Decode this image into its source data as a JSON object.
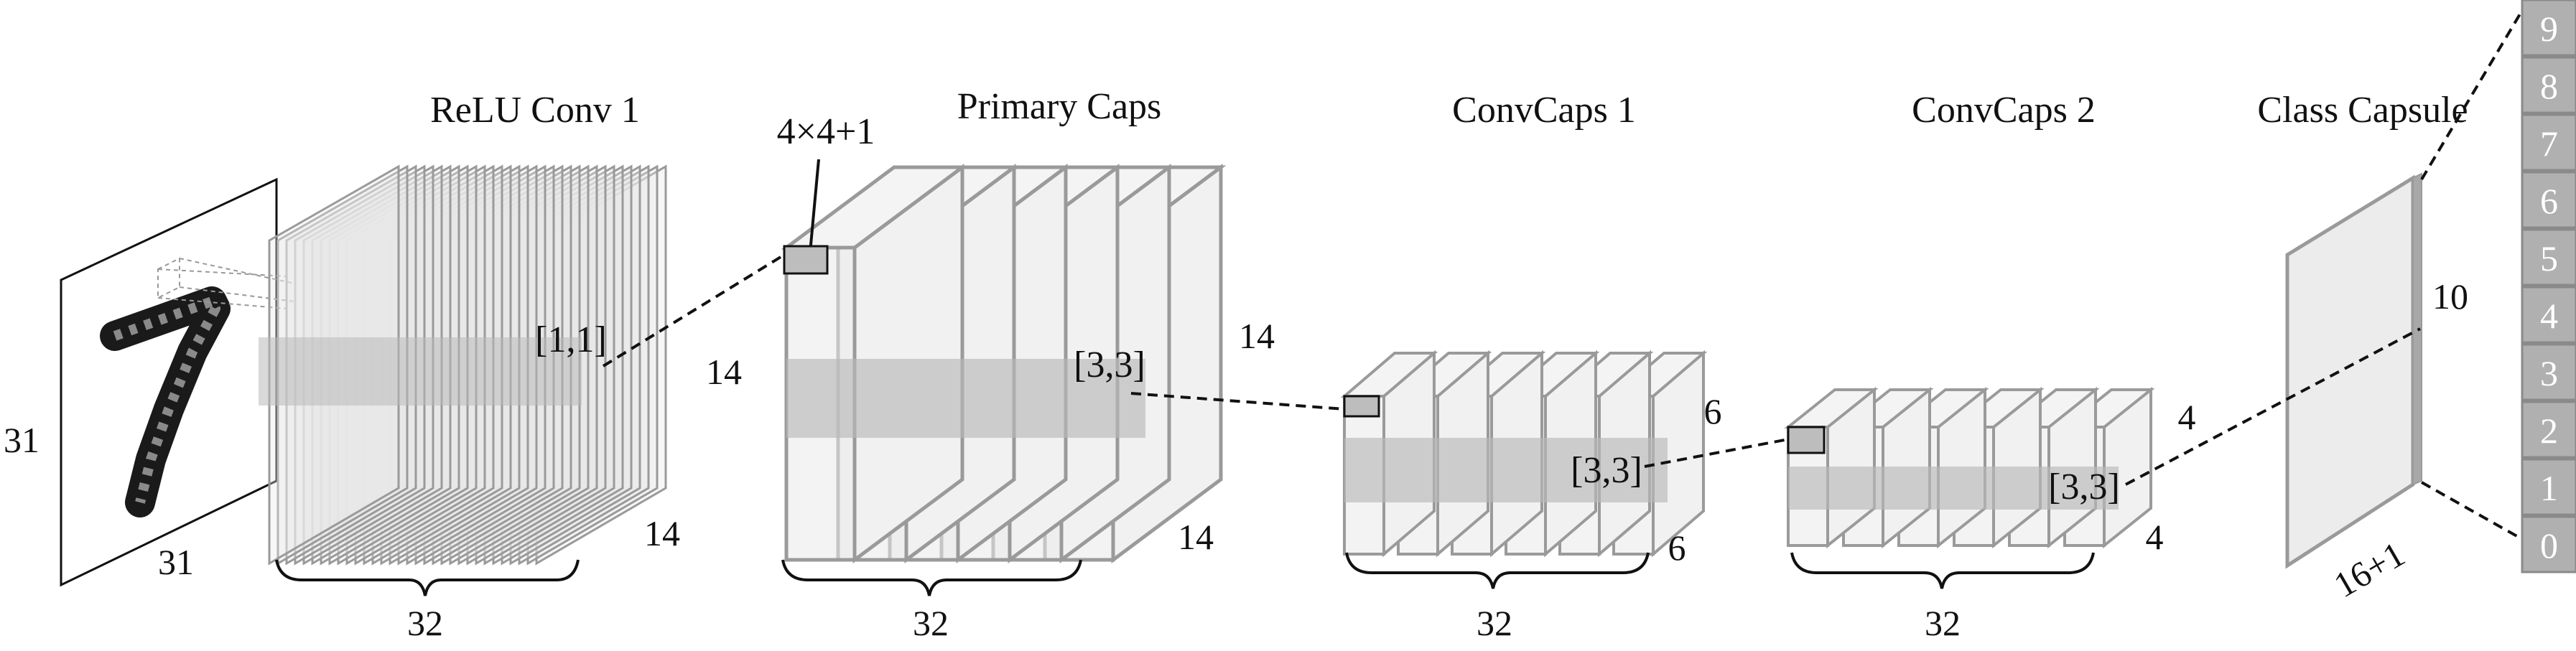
{
  "stages": {
    "relu_conv1": "ReLU Conv 1",
    "primary_caps": "Primary Caps",
    "convcaps1": "ConvCaps 1",
    "convcaps2": "ConvCaps 2",
    "class_capsule": "Class Capsule"
  },
  "annotations": {
    "kernel": "4×4+1",
    "r1": "[1,1]",
    "r2": "[3,3]",
    "r3": "[3,3]",
    "r4": "[3,3]"
  },
  "dims": {
    "input_h": "31",
    "input_w": "31",
    "conv1_h": "14",
    "conv1_w": "14",
    "conv1_ch": "32",
    "pc_h": "14",
    "pc_w": "14",
    "pc_ch": "32",
    "cc1_h": "6",
    "cc1_w": "6",
    "cc1_ch": "32",
    "cc2_h": "4",
    "cc2_w": "4",
    "cc2_ch": "32",
    "class_h": "10",
    "class_w": "16+1"
  },
  "classes": [
    "9",
    "8",
    "7",
    "6",
    "5",
    "4",
    "3",
    "2",
    "1",
    "0"
  ],
  "colors": {
    "box_stroke": "#9a9a9a",
    "box_fill": "#e9e9e9",
    "band_fill": "#b9b9b9",
    "class_cell": "#b0b0b0",
    "ink": "#111111"
  }
}
